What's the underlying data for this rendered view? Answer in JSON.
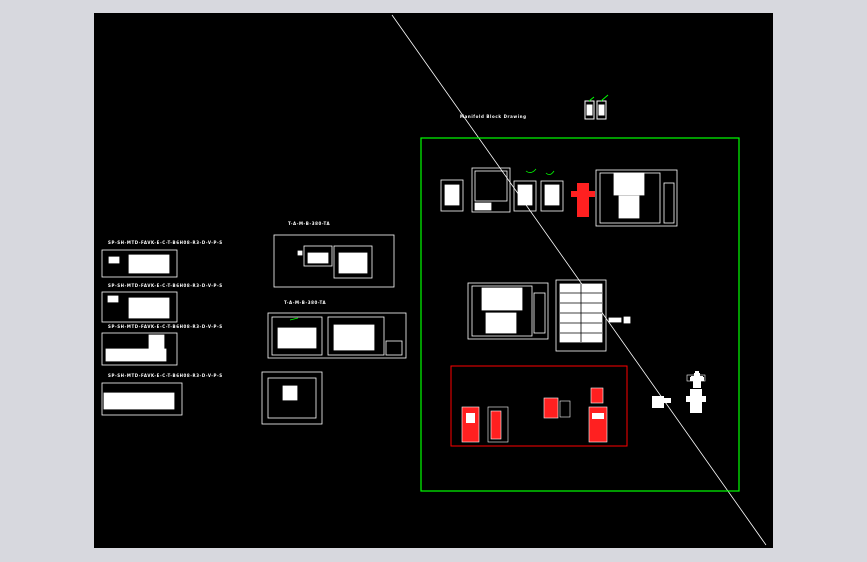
{
  "viewport": {
    "background": "#d7d8de",
    "canvas_background": "#000000"
  },
  "drawing": {
    "title_text": "Manifold Block Drawing",
    "layout_labels": [
      "SP-SH-MTD-FAVK-E-C-T-B6H08-R3-D-V-P-S",
      "SP-SH-MTD-FAVK-E-C-T-B6H08-R3-D-V-P-S",
      "SP-SH-MTD-FAVK-E-C-T-B6H08-R3-D-V-P-S",
      "SP-SH-MTD-FAVK-E-C-T-B6H08-R3-D-V-P-S"
    ],
    "assembly_labels": [
      "T-A-M-B-380-TA",
      "T-A-M-B-380-TA"
    ]
  },
  "colors": {
    "lines": "#ffffff",
    "green_frame": "#00ff00",
    "red_frame": "#ff0000",
    "red_parts": "#ff2020"
  }
}
